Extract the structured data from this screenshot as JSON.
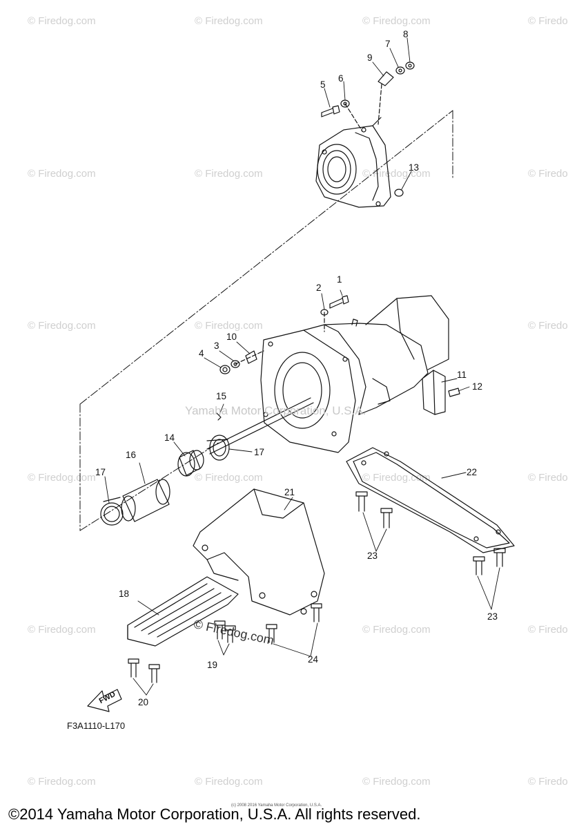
{
  "watermark": {
    "site": "© Firedog.com",
    "center_text": "Yamaha Motor Corporation, U.S.A.",
    "logo_text": "© Firedog.com"
  },
  "callouts": {
    "c1": "1",
    "c2": "2",
    "c3": "3",
    "c4": "4",
    "c5": "5",
    "c6": "6",
    "c7": "7",
    "c8": "8",
    "c9": "9",
    "c10": "10",
    "c11": "11",
    "c12": "12",
    "c13": "13",
    "c14": "14",
    "c15": "15",
    "c16": "16",
    "c17a": "17",
    "c17b": "17",
    "c18": "18",
    "c19": "19",
    "c20": "20",
    "c21": "21",
    "c22": "22",
    "c23a": "23",
    "c23b": "23",
    "c24": "24"
  },
  "fwd_label": "FWD",
  "part_code": "F3A1110-L170",
  "small_copyright": "(c) 2008 2016 Yamaha Motor Corporation, U.S.A.",
  "copyright": "©2014 Yamaha Motor Corporation, U.S.A. All rights reserved.",
  "colors": {
    "line": "#111111",
    "watermark": "#cfcfcf"
  }
}
